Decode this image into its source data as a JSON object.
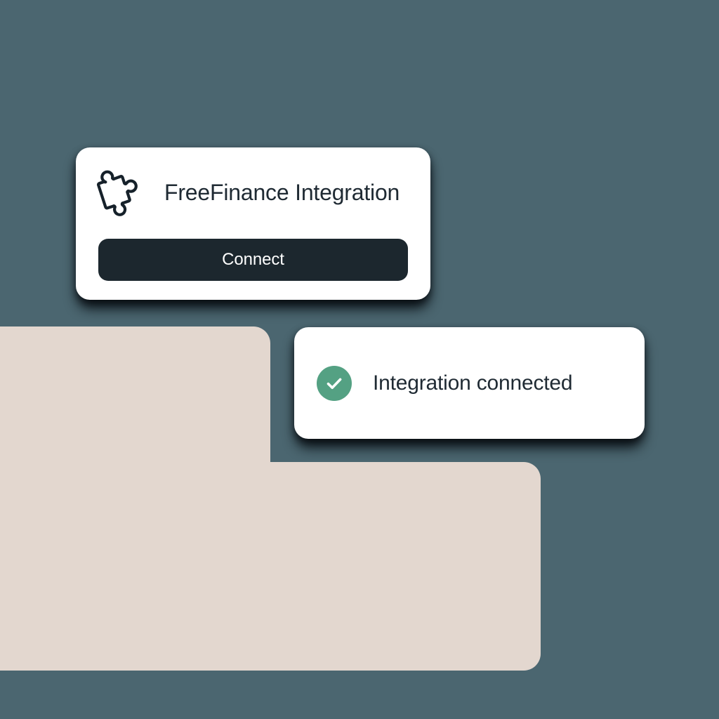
{
  "theme": {
    "background_color": "#4b6670",
    "panel_color": "#e3d7cf",
    "card_color": "#ffffff",
    "text_color": "#1f2a33",
    "button_color": "#1c272e",
    "button_text_color": "#ffffff",
    "success_color": "#54a183"
  },
  "integration_card": {
    "icon": "puzzle-piece-icon",
    "title": "FreeFinance Integration",
    "connect_label": "Connect"
  },
  "status_card": {
    "icon": "check-circle-icon",
    "message": "Integration connected"
  },
  "background_panel": {
    "name": "beige-panel"
  }
}
